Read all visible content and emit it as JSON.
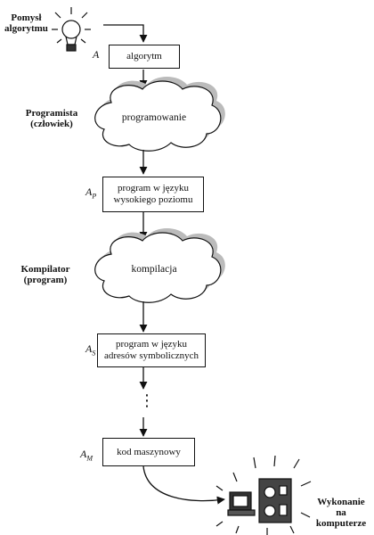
{
  "idea": {
    "label": "Pomysł\nalgorytmu"
  },
  "stages": {
    "algorithm": {
      "symbol": "A",
      "box": "algorytm"
    },
    "high_level": {
      "symbol": "A",
      "subscript": "P",
      "box": "program w języku\nwysokiego poziomu"
    },
    "symbolic": {
      "symbol": "A",
      "subscript": "S",
      "box": "program w języku\nadresów symbolicznych"
    },
    "machine": {
      "symbol": "A",
      "subscript": "M",
      "box": "kod maszynowy"
    }
  },
  "processes": {
    "programming": {
      "actor": "Programista\n(człowiek)",
      "cloud": "programowanie"
    },
    "compilation": {
      "actor": "Kompilator\n(program)",
      "cloud": "kompilacja"
    }
  },
  "execution": {
    "label": "Wykonanie\nna komputerze"
  },
  "ellipsis": "⋮"
}
